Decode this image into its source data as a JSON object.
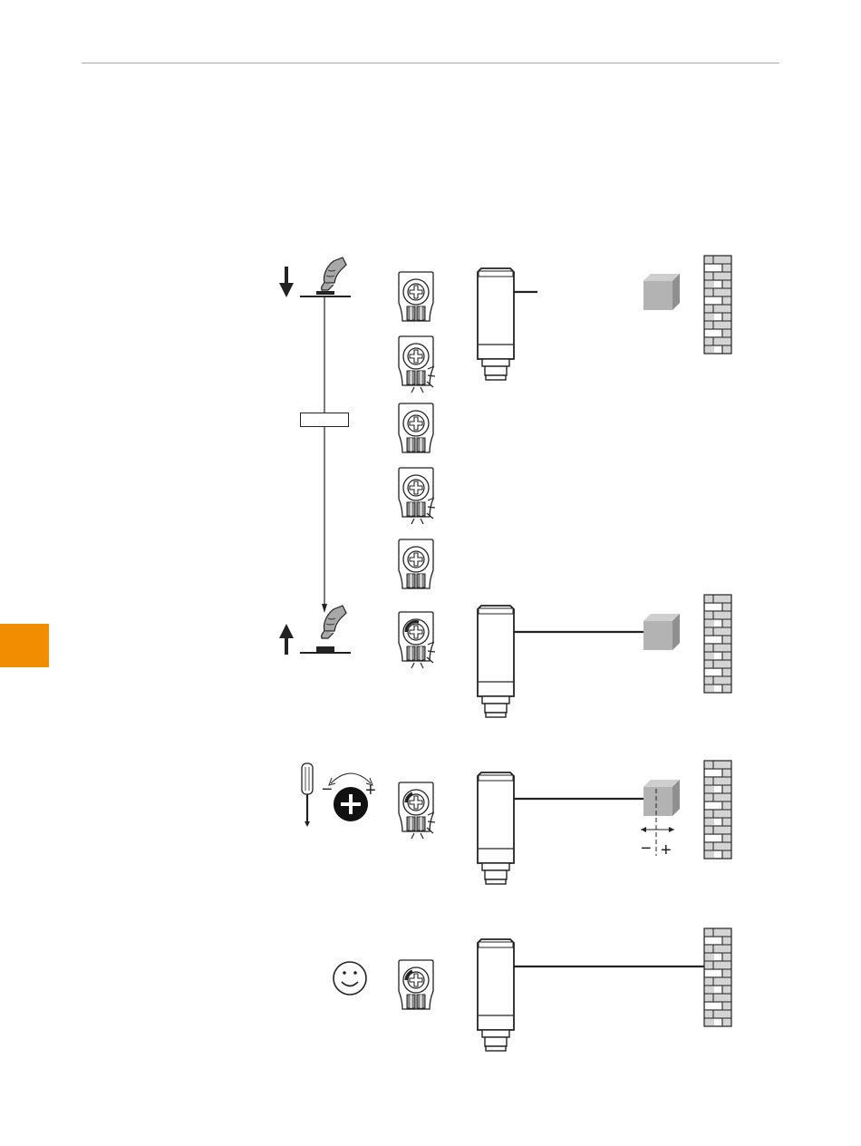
{
  "page": {
    "accent_color": "#f28c00",
    "rule_color": "#7fb8d6"
  },
  "steps": [
    {
      "id": "press-button",
      "icons": [
        "arrow-down-icon",
        "finger-press-icon",
        "button-icon"
      ],
      "led_states": [
        "off",
        "flashing",
        "off",
        "flashing",
        "off"
      ]
    },
    {
      "id": "release-button",
      "icons": [
        "arrow-up-icon",
        "finger-press-icon",
        "button-icon"
      ],
      "led_states": [
        "flashing"
      ]
    },
    {
      "id": "fine-adjust",
      "icons": [
        "screwdriver-icon",
        "potentiometer-icon"
      ],
      "signs": {
        "minus": "−",
        "plus": "+"
      },
      "led_states": [
        "flashing"
      ]
    },
    {
      "id": "done",
      "icons": [
        "smiley-icon"
      ],
      "led_states": [
        "on"
      ]
    }
  ],
  "timer_label": "",
  "adjust_signs": {
    "minus": "−",
    "plus": "+"
  }
}
